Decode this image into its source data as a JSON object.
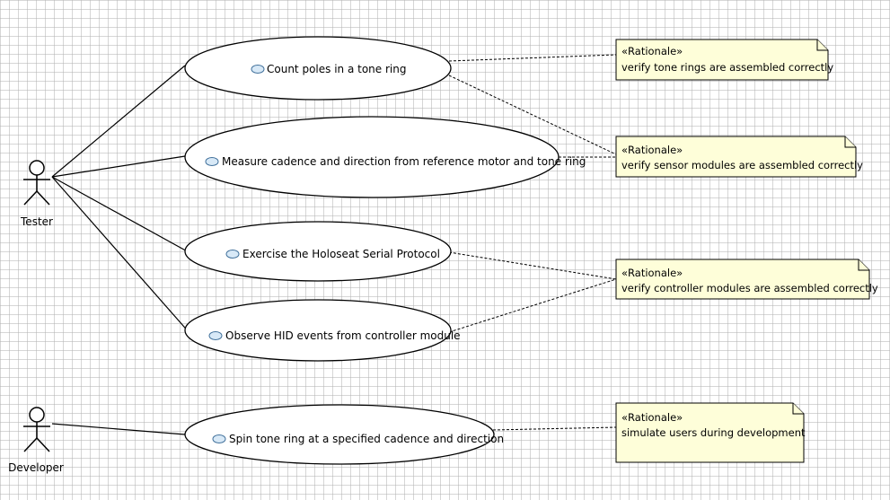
{
  "actors": [
    {
      "id": "tester",
      "name": "Tester"
    },
    {
      "id": "developer",
      "name": "Developer"
    }
  ],
  "use_cases": [
    {
      "id": "uc1",
      "label": "Count poles in a tone ring"
    },
    {
      "id": "uc2",
      "label": "Measure cadence and direction from reference motor and tone ring"
    },
    {
      "id": "uc3",
      "label": "Exercise the Holoseat Serial Protocol"
    },
    {
      "id": "uc4",
      "label": "Observe HID events from controller module"
    },
    {
      "id": "uc5",
      "label": "Spin tone ring at a specified cadence and direction"
    }
  ],
  "notes": [
    {
      "id": "n1",
      "stereotype": "«Rationale»",
      "text": "verify tone rings are assembled correctly"
    },
    {
      "id": "n2",
      "stereotype": "«Rationale»",
      "text": "verify sensor modules are assembled correctly"
    },
    {
      "id": "n3",
      "stereotype": "«Rationale»",
      "text": "verify controller modules are assembled correctly"
    },
    {
      "id": "n4",
      "stereotype": "«Rationale»",
      "text": "simulate users during development"
    }
  ],
  "associations": [
    {
      "from": "tester",
      "to": "uc1"
    },
    {
      "from": "tester",
      "to": "uc2"
    },
    {
      "from": "tester",
      "to": "uc3"
    },
    {
      "from": "tester",
      "to": "uc4"
    },
    {
      "from": "developer",
      "to": "uc5"
    }
  ],
  "note_links": [
    {
      "from": "uc1",
      "to": "n1"
    },
    {
      "from": "uc1",
      "to": "n2"
    },
    {
      "from": "uc2",
      "to": "n2"
    },
    {
      "from": "uc3",
      "to": "n3"
    },
    {
      "from": "uc4",
      "to": "n3"
    },
    {
      "from": "uc5",
      "to": "n4"
    }
  ]
}
